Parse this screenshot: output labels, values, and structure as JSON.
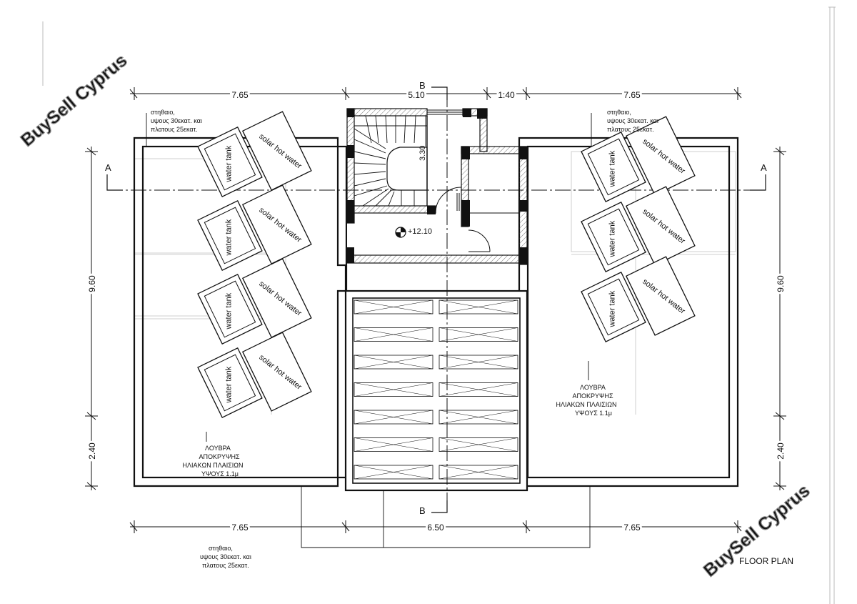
{
  "dimensions": {
    "top": [
      "7.65",
      "5.10",
      "1.40",
      "7.65"
    ],
    "bottom": [
      "7.65",
      "6.50",
      "7.65"
    ],
    "left": [
      "9.60",
      "2.40"
    ],
    "right": [
      "9.60",
      "2.40"
    ],
    "stair_width": "3.30"
  },
  "section_markers": {
    "a": "A",
    "b": "B"
  },
  "level": "+12.10",
  "equipment": {
    "tank": "water tank",
    "solar": "solar hot water"
  },
  "notes": {
    "parapet": [
      "στηθαιο,",
      "υψους 30εκατ. και",
      "πλατους 25εκατ."
    ],
    "louvre": [
      "ΛΟΥΒΡΑ",
      "ΑΠΟΚΡΥΨΗΣ",
      "ΗΛΙΑΚΩΝ ΠΛΑΙΣΙΩΝ",
      "ΥΨΟΥΣ 1.1μ"
    ]
  },
  "plan_title": "FLOOR PLAN",
  "watermark": "BuySell Cyprus"
}
